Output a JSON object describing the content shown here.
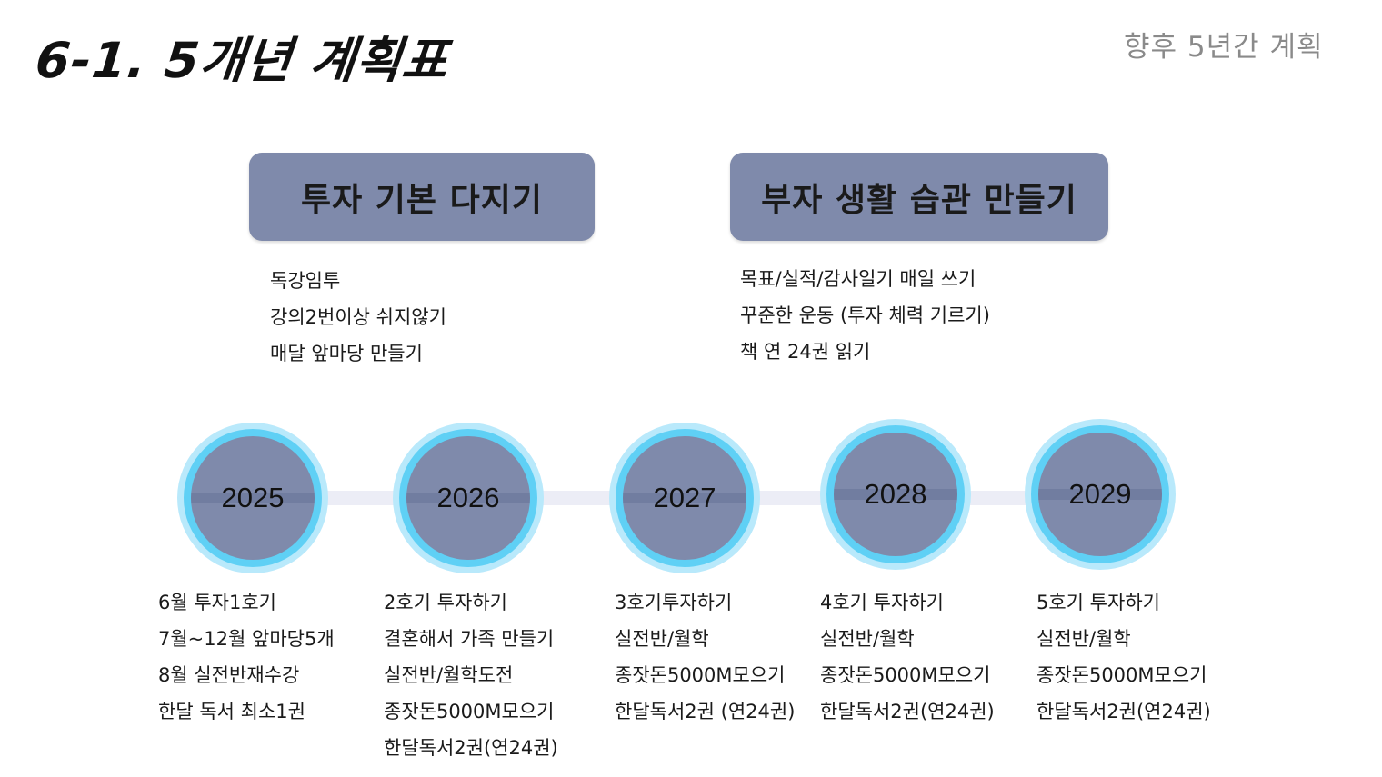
{
  "header": {
    "title": "6-1. 5개년 계획표",
    "subtitle": "향후 5년간 계획"
  },
  "phases": [
    {
      "title": "투자 기본 다지기",
      "goals": [
        "독강임투",
        "강의2번이상 쉬지않기",
        "매달 앞마당 만들기"
      ]
    },
    {
      "title": "부자 생활 습관 만들기",
      "goals": [
        "목표/실적/감사일기 매일 쓰기",
        "꾸준한 운동 (투자 체력 기르기)",
        "책 연 24권 읽기"
      ]
    }
  ],
  "timeline": {
    "colors": {
      "node_fill": "#7f8aab",
      "node_ring": "#5fd0f5",
      "node_halo": "#b9e9fb",
      "track": "#ecedf6"
    },
    "years": [
      {
        "year": "2025",
        "tasks": [
          "6월 투자1호기",
          "7월~12월 앞마당5개",
          "8월 실전반재수강",
          "한달 독서 최소1권"
        ]
      },
      {
        "year": "2026",
        "tasks": [
          "2호기 투자하기",
          "결혼해서 가족 만들기",
          "실전반/월학도전",
          "종잣돈5000M모으기",
          "한달독서2권(연24권)"
        ]
      },
      {
        "year": "2027",
        "tasks": [
          "3호기투자하기",
          "실전반/월학",
          "종잣돈5000M모으기",
          "한달독서2권 (연24권)"
        ]
      },
      {
        "year": "2028",
        "tasks": [
          "4호기 투자하기",
          "실전반/월학",
          "종잣돈5000M모으기",
          "한달독서2권(연24권)"
        ]
      },
      {
        "year": "2029",
        "tasks": [
          "5호기 투자하기",
          "실전반/월학",
          "종잣돈5000M모으기",
          "한달독서2권(연24권)"
        ]
      }
    ]
  }
}
